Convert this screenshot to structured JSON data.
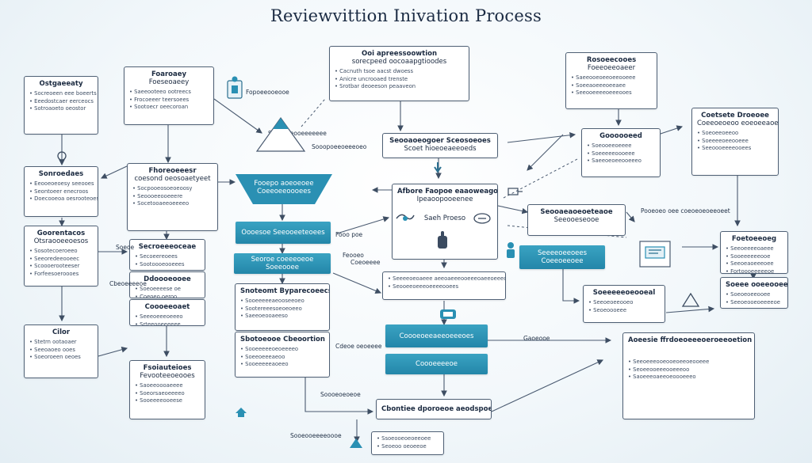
{
  "title": "Reviewvittion Inivation Process",
  "colors": {
    "teal": "#2a90b3",
    "stroke": "#4f6075",
    "text": "#1c2c44"
  },
  "boxes": {
    "top_center": {
      "title": "Ooi apreessoowtion",
      "subtitle": "sorecpeed oocoaapgtioodes",
      "items": [
        "Cacnuth tsoe aacst dwoess",
        "Anicre uncrooaed trenste",
        "Srotbar deoeeson peaaveon"
      ]
    },
    "top_left_a": {
      "title": "Ostgaeeaty",
      "items": [
        "Socreoeen eee boeerts",
        "Eeedostcaer eerceocs",
        "Sotroaoeto oeostor"
      ]
    },
    "top_left_b": {
      "title": "Foaroaey",
      "subtitle": "Foeseoaeey",
      "items": [
        "Saeeooteeo ootreecs",
        "Frocoeeer teersoees",
        "Sootoecr oeecoroan"
      ]
    },
    "left_mid": {
      "title": "Sonroedaes",
      "items": [
        "Eeooeoeoesy seeooes",
        "Seontoeer enecroos",
        "Doecooeoa oesrooteoes"
      ]
    },
    "left_lower": {
      "title": "Goorentacos",
      "subtitle": "Otsraooeeoesos",
      "items": [
        "Sosotecoeroeeo",
        "Seeoredeeooeec",
        "Scoooerooteeser",
        "Forfeesoeroooes"
      ]
    },
    "left_bottom": {
      "title": "Cilor",
      "items": [
        "Stetrn ootaoaer",
        "Seeoaoeo ooes",
        "Soeoroeen oeoes"
      ]
    },
    "center_a": {
      "title": "Fhoreoeeesr",
      "subtitle": "coesond oeosoaetyeet",
      "items": [
        "Socpooeosoeoeoosy",
        "Seoooeeooeeere",
        "Socetooaeeoeeeeo"
      ]
    },
    "center_b": {
      "title": "Secroeeeoceae",
      "items": [
        "Secoeereoees",
        "Sootoooeooeees"
      ]
    },
    "center_c": {
      "title": "Ddoooeooee",
      "items": [
        "Soeoeeeese oe",
        "Coeoeo oeroo"
      ]
    },
    "center_d": {
      "title": "Coooeeoaet",
      "items": [
        "Seeeoeeeoeeeo",
        "Srteeooeeeeee"
      ]
    },
    "center_e": {
      "title": "Fsoiauteioes",
      "subtitle": "Fevooteeoeooes",
      "items": [
        "Saoeeoooaeeee",
        "Soeorsaeoeeeeo",
        "Sooeeeeooeese"
      ]
    },
    "center_f": {
      "title": "Snoteomt Byparecoeecs",
      "items": [
        "Sooeeeeeaeooseeoeo",
        "Sootereeesoeoeoeeo",
        "Saeeoeooaeeso"
      ]
    },
    "center_g": {
      "title": "Sbotoeooe Cbeoortion",
      "items": [
        "Sooeeeeeoeoeeeeo",
        "Soeeoeeeaeoo",
        "Sooeeeeeaoeeo"
      ]
    },
    "mid_bar": {
      "title": "Seooaoeogoer Sceosoeoes",
      "subtitle": "Scoet hioeoeaeeoeds"
    },
    "process": {
      "title": "Afbore Faopoe eaaoweagoae",
      "subtitle": "Ipeaoopooeenee",
      "caption": "Saeh Proeso"
    },
    "mid_right_a": {
      "title": "Seooaeaoeoeteaoe",
      "subtitle": "Seeooeseooe"
    },
    "mid_lower": {
      "items": [
        "Seeeeoeoaeee aeeoaeeeooeeeoaeeoeeeoeeoooeeooee",
        "Seooeeoeeeoeeeeooees"
      ]
    },
    "right_a": {
      "title": "Rosoeecooes",
      "subtitle": "Foeeoeeoaeer",
      "items": [
        "Saeeooeoeeoeeooeee",
        "Soeeaoeeeoeeaee",
        "Seeooeeeeoeeeooes"
      ]
    },
    "right_b": {
      "title": "Goooooeed",
      "items": [
        "Soeooeeoeeee",
        "Soeeeeeoooeee",
        "Saeeoeoeeooeeeo"
      ]
    },
    "right_c": {
      "title": "Coetsete Droeoee",
      "subtitle": "Coeeoeoeoo eoeoeeaoeee",
      "items": [
        "Soeoeeoeeoo",
        "Soeeeeoeeooeee",
        "Seeoooeeeeooees"
      ]
    },
    "right_d": {
      "title": "Foetoeeoeg",
      "items": [
        "Seeoeeeeoaeee",
        "Sooeeeeeeooe",
        "Seeoeaoeeeoee",
        "Fortoooeeeeeoe"
      ]
    },
    "right_e": {
      "title": "Soeeeeeoeooeal",
      "items": [
        "Seeoeoeeooeo",
        "Seoeoooeee"
      ]
    },
    "right_f": {
      "title": "Aoeesie ffrdoeoeeeoeroeeoetion",
      "items": [
        "Seeoeeeooeooeoeeoeooeee",
        "Seoeeooeeeooeeeoo",
        "Saoeeeoaeeoeoooeeeo"
      ]
    },
    "right_g": {
      "title": "Soeee ooeeooeee",
      "items": [
        "Soeoeoeeooee",
        "Seeoeooeoeeeeoe"
      ]
    },
    "bottom_center": {
      "title": "Cbontiee dporoeoe aeodspoeoe"
    },
    "bottom_b": {
      "items": [
        "Ssoeooeoeoeeoee",
        "Seoeoo oeoeeoe"
      ]
    }
  },
  "teals": {
    "funnel": "Fooepo aoeoeoee Coeeoeeoooees",
    "t1": "Oooesoe Seeooeeteoees",
    "t2": "Seoroe coeeeoeoe Soeeooee",
    "t3": "Coooeoeeaeeoeeeoes",
    "t4": "Coooeeeeoe",
    "t5": "Seeeeoeeoees Coeeoeeoee"
  },
  "labels": {
    "l1": "Fopoeeooeooe",
    "l2": "Sooopoeeoeeeoeo",
    "l3": "Fooo poe",
    "l4": "Feooeo",
    "l5": "Coeoeeee",
    "l6": "Cbeoeeeeoe",
    "l7": "Soeoe",
    "l8": "Cdeoe oeoeeee",
    "l9": "Soooeoeoeoe",
    "l10": "Sooeooeeeeoooe",
    "l11": "Pooeoeo oee coeoeoeoeeoeet",
    "l12": "Gaoeooe",
    "l13": "Soaeeoeooeeeeeee"
  },
  "icons": [
    "person-icon",
    "pyramid-icon",
    "hand-icon",
    "handshake-icon",
    "monitor-icon",
    "router-icon",
    "triangle-icon",
    "shield-icon",
    "hand-pointer-icon",
    "person-small-icon"
  ]
}
